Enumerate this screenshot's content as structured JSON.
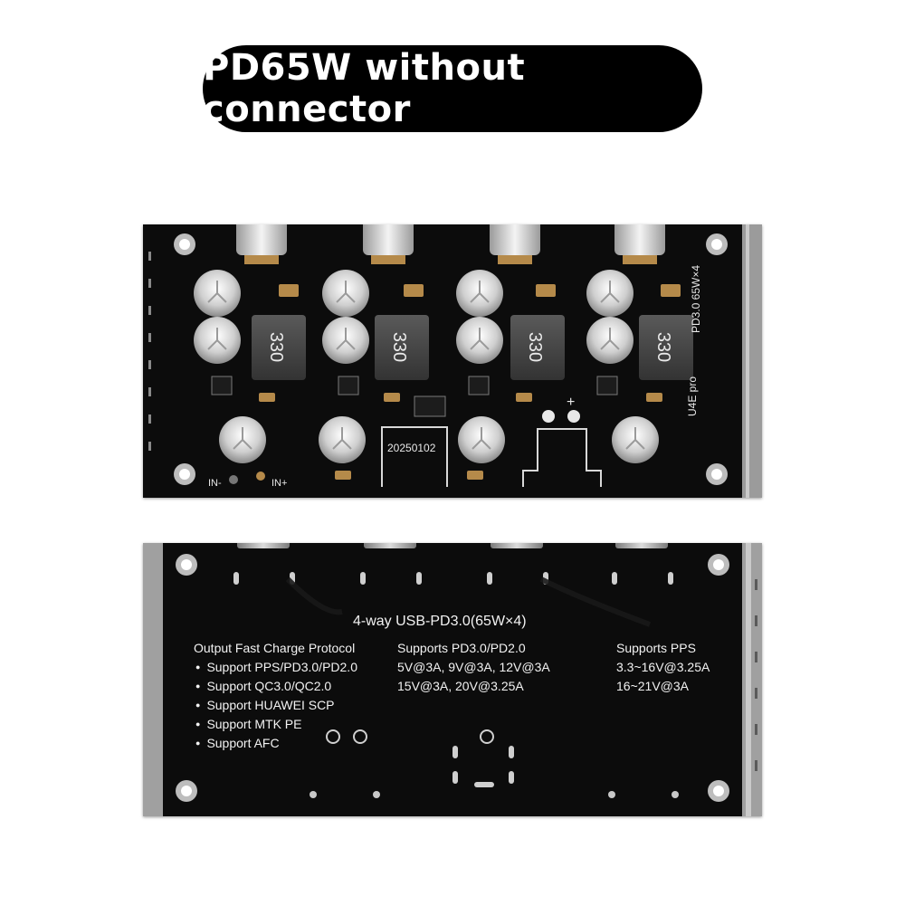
{
  "title": "PD65W without connector",
  "top_board": {
    "inductor_marking": "330",
    "silkscreen_model": "PD3.0 65W×4",
    "silkscreen_brand": "U4E pro",
    "date_code": "20250102",
    "plus_label": "+",
    "in_minus_label": "IN-",
    "in_plus_label": "IN+"
  },
  "bottom_board": {
    "heading": "4-way USB-PD3.0(65W×4)",
    "protocol_title": "Output Fast Charge Protocol",
    "protocols": [
      "Support PPS/PD3.0/PD2.0",
      "Support QC3.0/QC2.0",
      "Support HUAWEI SCP",
      "Support MTK PE",
      "Support AFC"
    ],
    "pd_lines": [
      "Supports PD3.0/PD2.0",
      "5V@3A, 9V@3A, 12V@3A",
      "15V@3A, 20V@3.25A"
    ],
    "pps_lines": [
      "Supports PPS",
      "3.3~16V@3.25A",
      "16~21V@3A"
    ]
  },
  "colors": {
    "pill": "#000000",
    "pcb": "#0c0c0c",
    "text": "#f2f2f2",
    "copper": "#b58a4a"
  }
}
